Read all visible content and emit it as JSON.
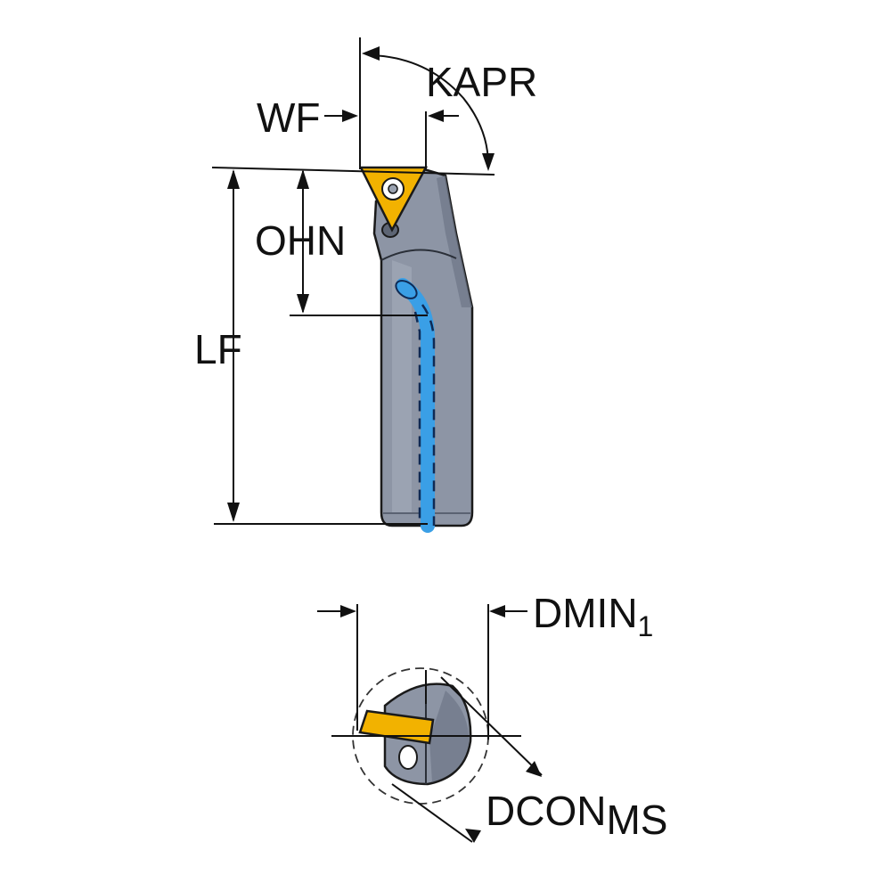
{
  "labels": {
    "kapr": "KAPR",
    "wf": "WF",
    "ohn": "OHN",
    "lf": "LF",
    "dmin_main": "DMIN",
    "dmin_sub": "1",
    "dcon_main": "DCON",
    "dcon_sub": "MS"
  },
  "colors": {
    "body": "#8d95a5",
    "body_highlight": "#a8afbd",
    "body_shadow": "#6e7687",
    "insert": "#f2b200",
    "coolant": "#3a9fe6",
    "coolant_dash": "#0f2a55"
  }
}
